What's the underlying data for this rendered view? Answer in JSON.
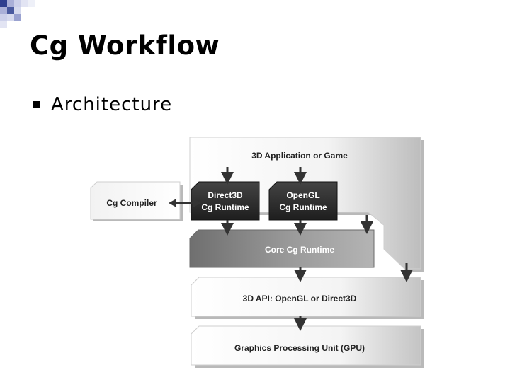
{
  "slide": {
    "title": "Cg Workflow",
    "bullet": "Architecture"
  },
  "diagram": {
    "app_label": "3D Application or Game",
    "compiler_label": "Cg Compiler",
    "d3d_runtime_line1": "Direct3D",
    "d3d_runtime_line2": "Cg Runtime",
    "ogl_runtime_line1": "OpenGL",
    "ogl_runtime_line2": "Cg Runtime",
    "core_runtime_label": "Core Cg Runtime",
    "api_label": "3D API: OpenGL or Direct3D",
    "gpu_label": "Graphics Processing Unit (GPU)"
  },
  "colors": {
    "dark_box": "#2b2b2b",
    "core_box": "#8c8c8c",
    "arrow": "#333333",
    "deco": "#7f86b8"
  }
}
